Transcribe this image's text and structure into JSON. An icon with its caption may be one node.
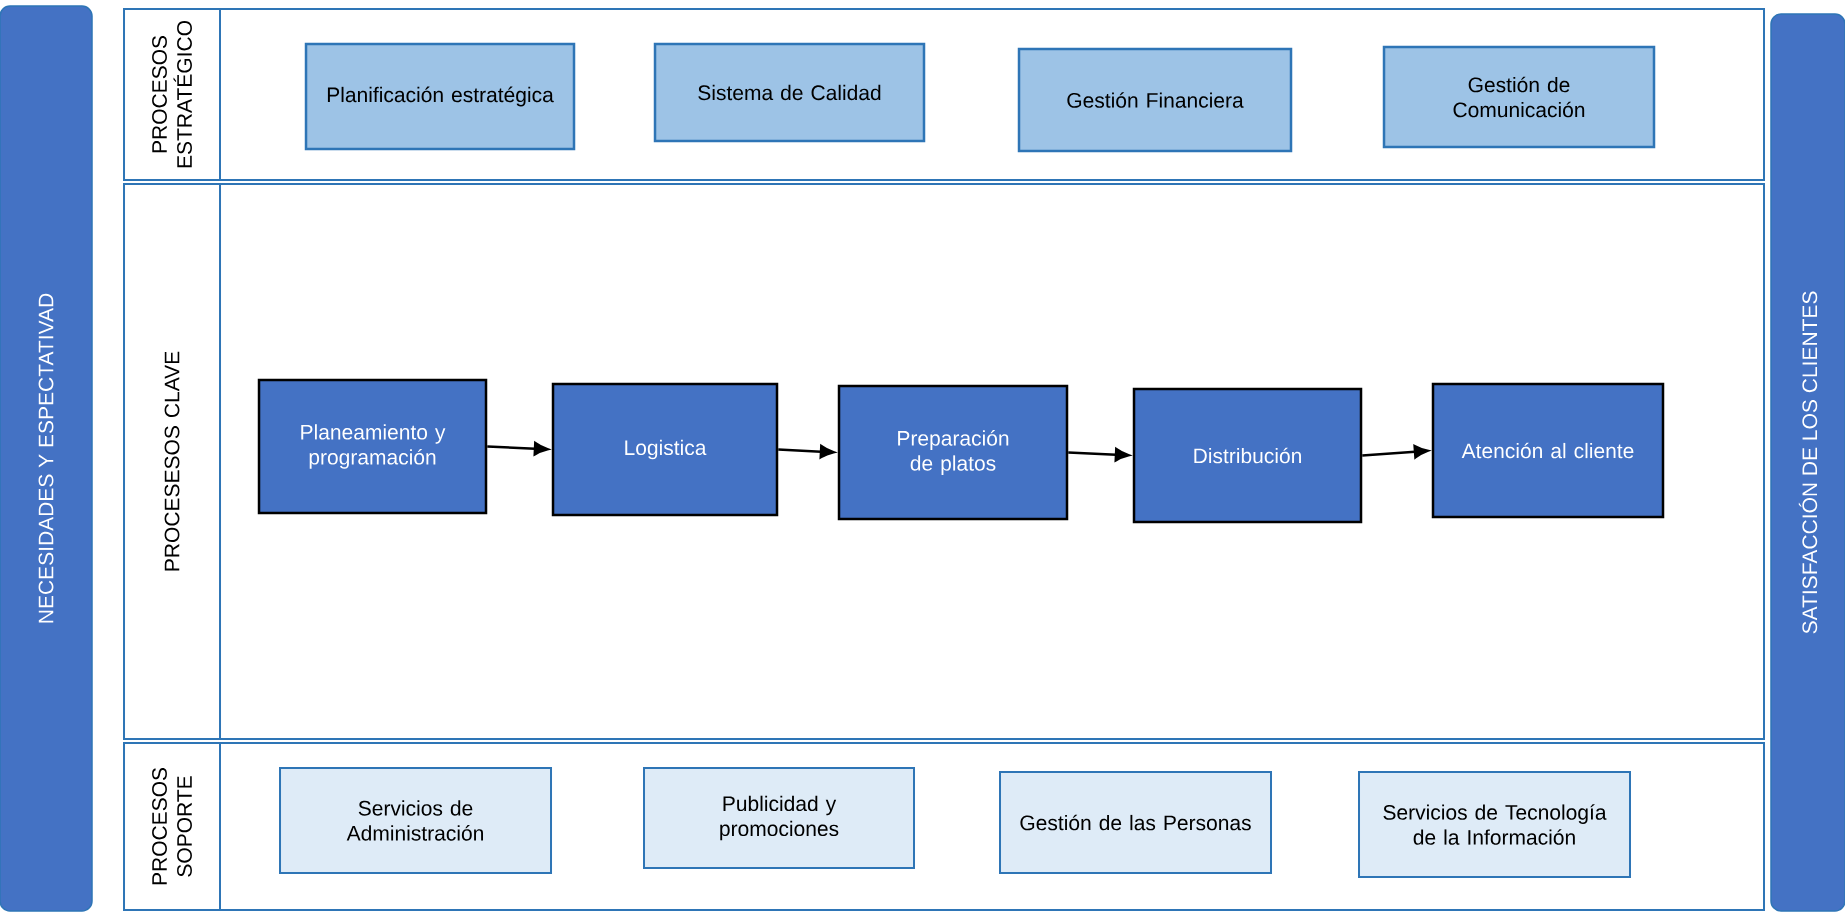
{
  "diagram": {
    "nodes": [
      {
        "text": [
          "NECESIDADES Y ESPECTATIVAD"
        ]
      },
      {
        "text": [
          "PROCESOS ESTRATÉGICO"
        ]
      },
      {
        "text": [
          "Planificación estratégica"
        ],
        "in": 1
      },
      {
        "text": [
          "Sistema de Calidad"
        ],
        "in": 1
      },
      {
        "text": [
          "Gestión Financiera"
        ],
        "in": 1
      },
      {
        "text": [
          "Gestión de Comunicación"
        ],
        "in": 1
      },
      {
        "text": [
          "PROCESESOS CLAVE"
        ]
      },
      {
        "text": [
          "Planeamiento y programación"
        ],
        "in": 6
      },
      {
        "text": [
          "Logistica"
        ],
        "in": 6
      },
      {
        "text": [
          "Preparación de platos"
        ],
        "in": 6
      },
      {
        "text": [
          "Distribución"
        ],
        "in": 6
      },
      {
        "text": [
          "Atención al cliente"
        ],
        "in": 6
      },
      {
        "text": [
          "PROCESOS SOPORTE"
        ]
      },
      {
        "text": [
          "Servicios de Administración"
        ],
        "in": 12
      },
      {
        "text": [
          "Publicidad y promociones"
        ],
        "in": 12
      },
      {
        "text": [
          "Gestión de las Personas"
        ],
        "in": 12
      },
      {
        "text": [
          "Servicios de Tecnología de la Información"
        ],
        "in": 12
      },
      {
        "text": [
          "SATISFACCIÓN DE LOS CLIENTES"
        ]
      }
    ],
    "edges": [
      {
        "from": 7,
        "to": 8,
        "arrow": "to"
      },
      {
        "from": 8,
        "to": 9,
        "arrow": "to"
      },
      {
        "from": 9,
        "to": 10,
        "arrow": "to"
      },
      {
        "from": 10,
        "to": 11,
        "arrow": "to"
      }
    ]
  }
}
